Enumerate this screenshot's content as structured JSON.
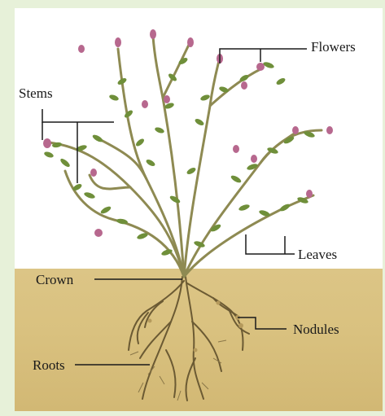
{
  "labels": {
    "flowers": "Flowers",
    "stems": "Stems",
    "leaves": "Leaves",
    "crown": "Crown",
    "nodules": "Nodules",
    "roots": "Roots"
  },
  "colors": {
    "background": "#e7f1d9",
    "panel": "#ffffff",
    "soil": "#d9c17f",
    "stem": "#8e8a52",
    "leaf": "#6f8f3a",
    "flower": "#b7688e",
    "root": "#6b5a33",
    "leader_line": "#1a1a1a"
  }
}
